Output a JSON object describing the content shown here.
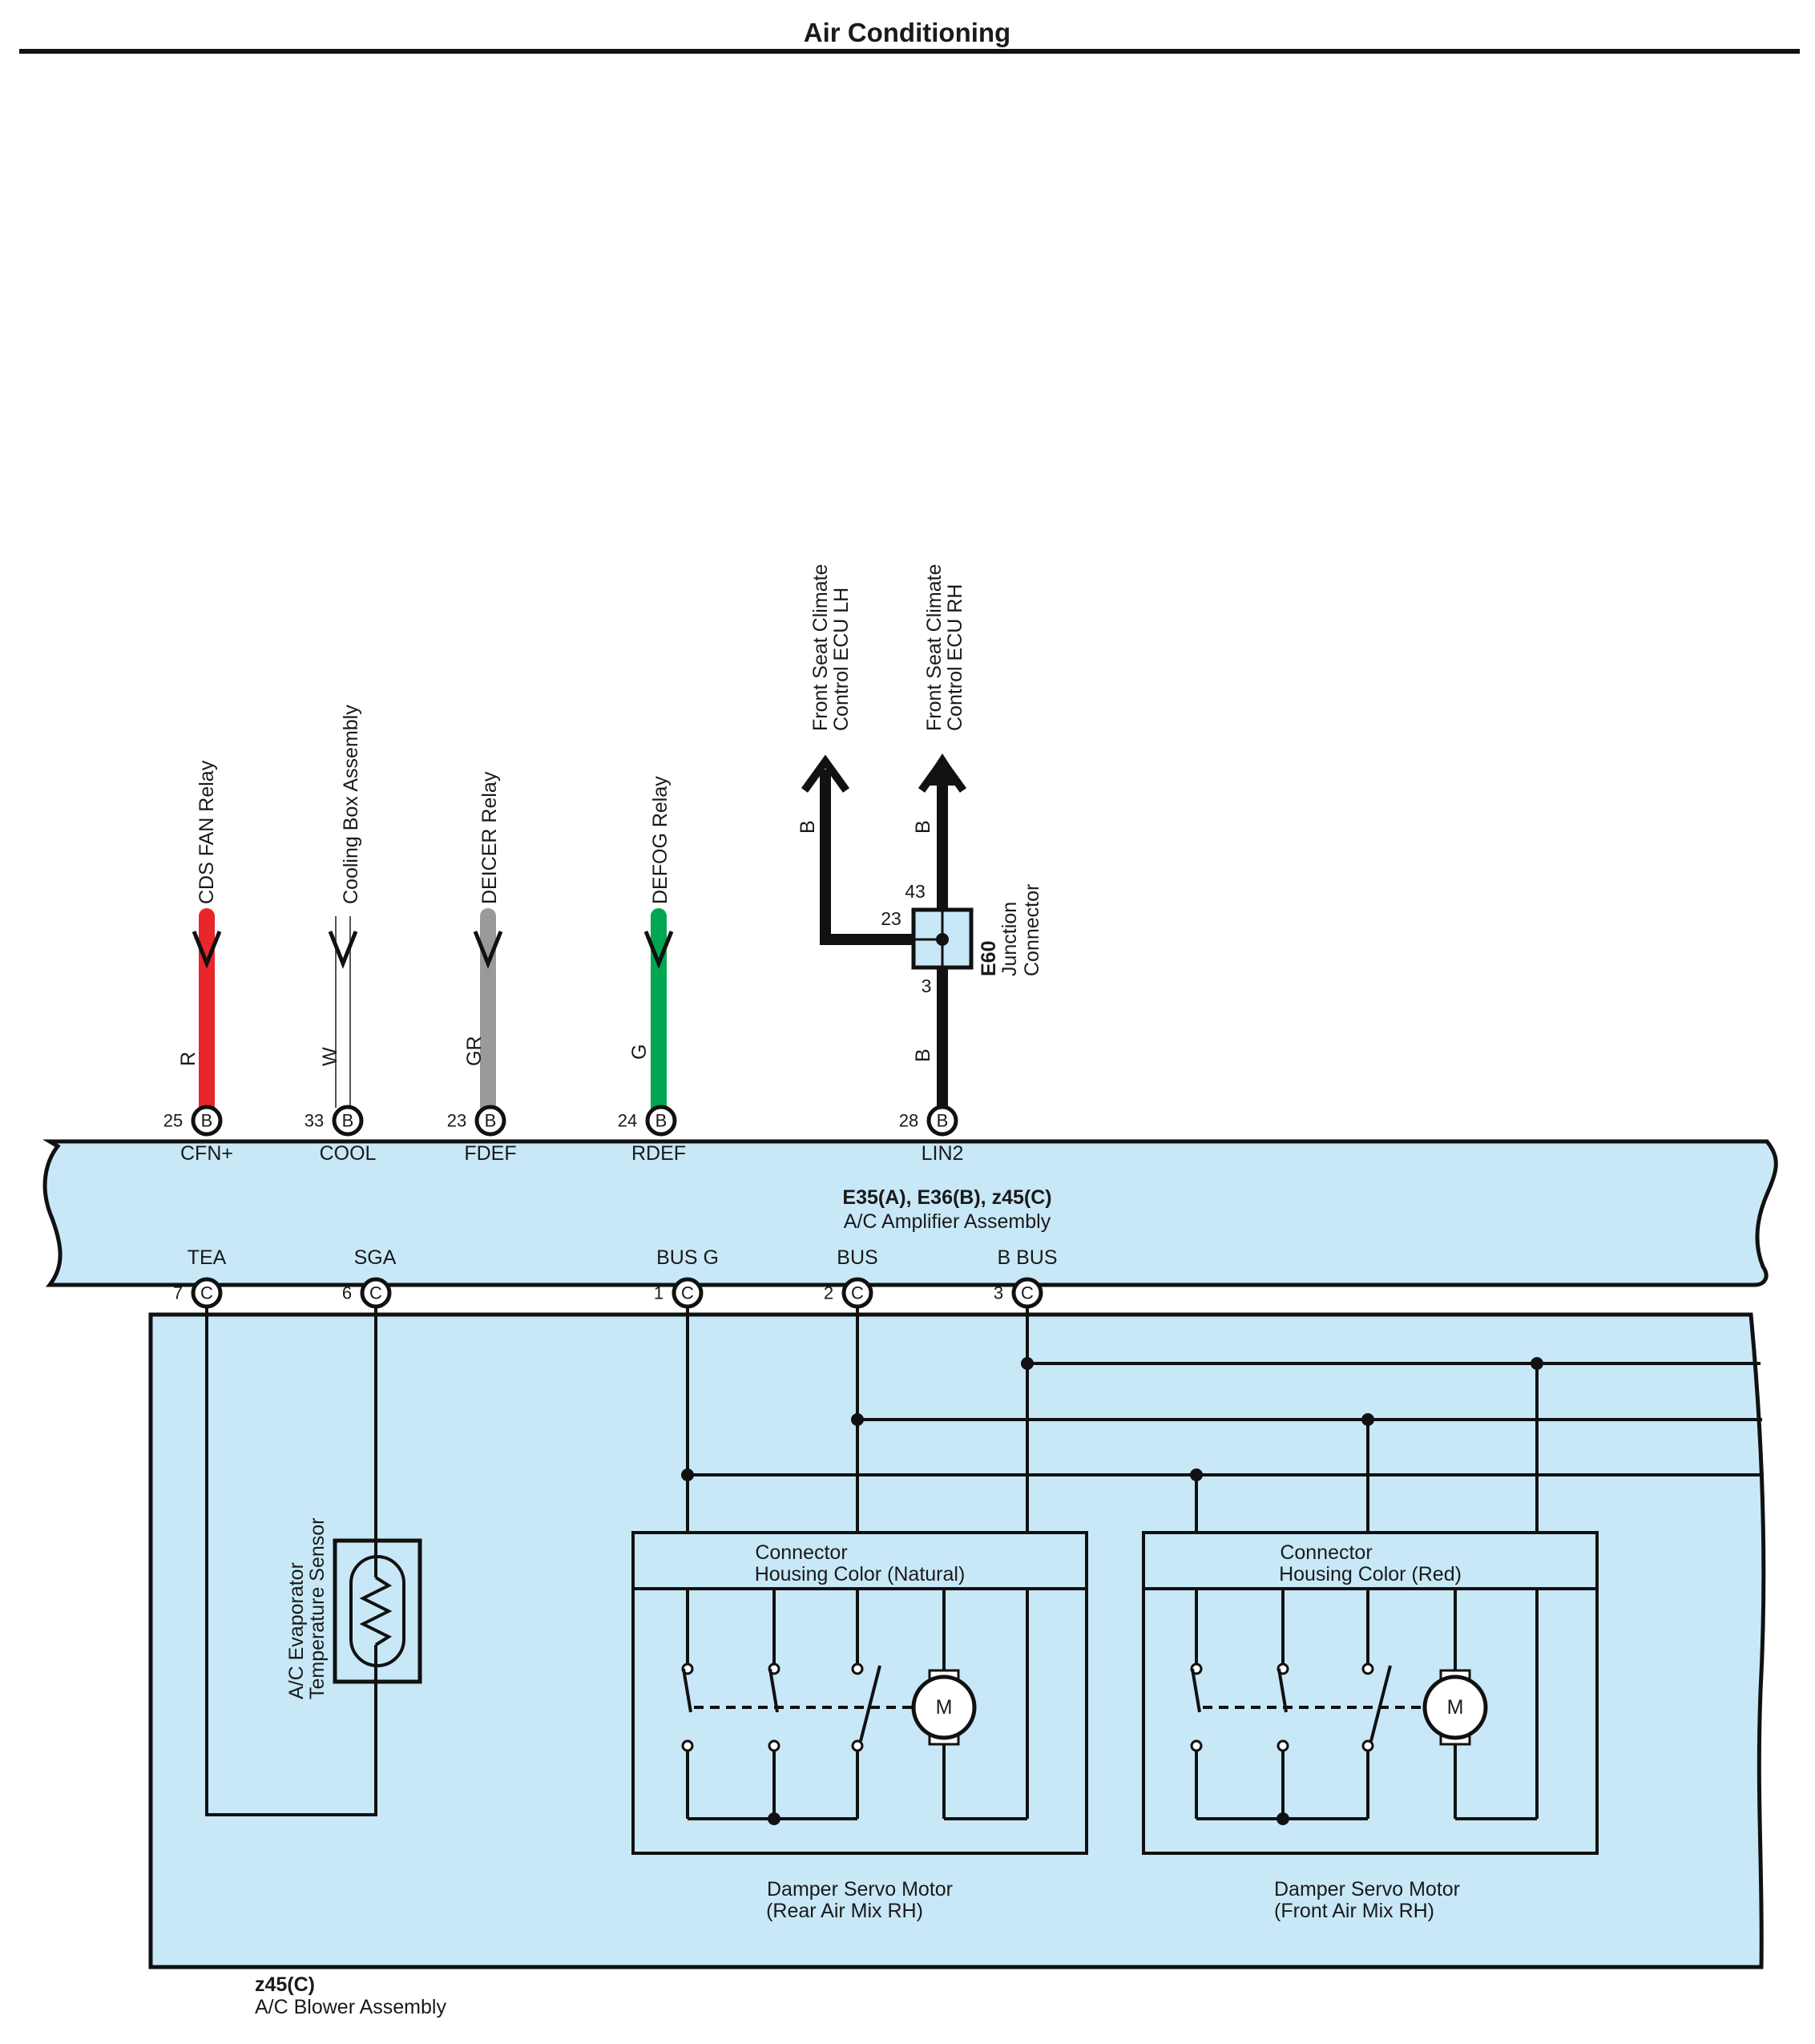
{
  "page": {
    "title": "Air Conditioning"
  },
  "wires_top": [
    {
      "id": "cfn",
      "pin": "25",
      "connector": "B",
      "terminal": "CFN+",
      "color_code": "R",
      "dest": "CDS FAN Relay",
      "stroke": "#e8262b"
    },
    {
      "id": "cool",
      "pin": "33",
      "connector": "B",
      "terminal": "COOL",
      "color_code": "W",
      "dest": "Cooling Box Assembly",
      "stroke": "#ffffff"
    },
    {
      "id": "fdef",
      "pin": "23",
      "connector": "B",
      "terminal": "FDEF",
      "color_code": "GR",
      "dest": "DEICER Relay",
      "stroke": "#9a9a9a"
    },
    {
      "id": "rdef",
      "pin": "24",
      "connector": "B",
      "terminal": "RDEF",
      "color_code": "G",
      "dest": "DEFOG Relay",
      "stroke": "#00a651"
    }
  ],
  "lin": {
    "pin": "28",
    "connector": "B",
    "terminal": "LIN2",
    "color_code": "B",
    "junction": {
      "code": "E60",
      "name_line1": "Junction",
      "name_line2": "Connector",
      "pin_top": "43",
      "pin_left": "23",
      "pin_bottom": "3"
    },
    "branch_left": {
      "color_code": "B",
      "line1": "Front Seat Climate",
      "line2": "Control ECU LH"
    },
    "branch_right": {
      "color_code": "B",
      "line1": "Front Seat Climate",
      "line2": "Control ECU RH"
    }
  },
  "amplifier": {
    "code": "E35(A), E36(B), z45(C)",
    "name": "A/C Amplifier Assembly",
    "fill": "#c8e8f8"
  },
  "pins_bottom": [
    {
      "id": "tea",
      "pin": "7",
      "connector": "C",
      "terminal": "TEA"
    },
    {
      "id": "sga",
      "pin": "6",
      "connector": "C",
      "terminal": "SGA"
    },
    {
      "id": "busg",
      "pin": "1",
      "connector": "C",
      "terminal": "BUS G"
    },
    {
      "id": "bus",
      "pin": "2",
      "connector": "C",
      "terminal": "BUS"
    },
    {
      "id": "bbus",
      "pin": "3",
      "connector": "C",
      "terminal": "B BUS"
    }
  ],
  "sensor": {
    "line1": "A/C Evaporator",
    "line2": "Temperature Sensor"
  },
  "motors": [
    {
      "id": "rear",
      "housing_line1": "Connector",
      "housing_line2": "Housing Color (Natural)",
      "name_line1": "Damper Servo Motor",
      "name_line2": "(Rear Air Mix RH)",
      "symbol": "M"
    },
    {
      "id": "front",
      "housing_line1": "Connector",
      "housing_line2": "Housing Color (Red)",
      "name_line1": "Damper Servo Motor",
      "name_line2": "(Front Air Mix RH)",
      "symbol": "M"
    }
  ],
  "blower": {
    "code": "z45(C)",
    "name": "A/C Blower Assembly",
    "fill": "#c8e8f8"
  }
}
